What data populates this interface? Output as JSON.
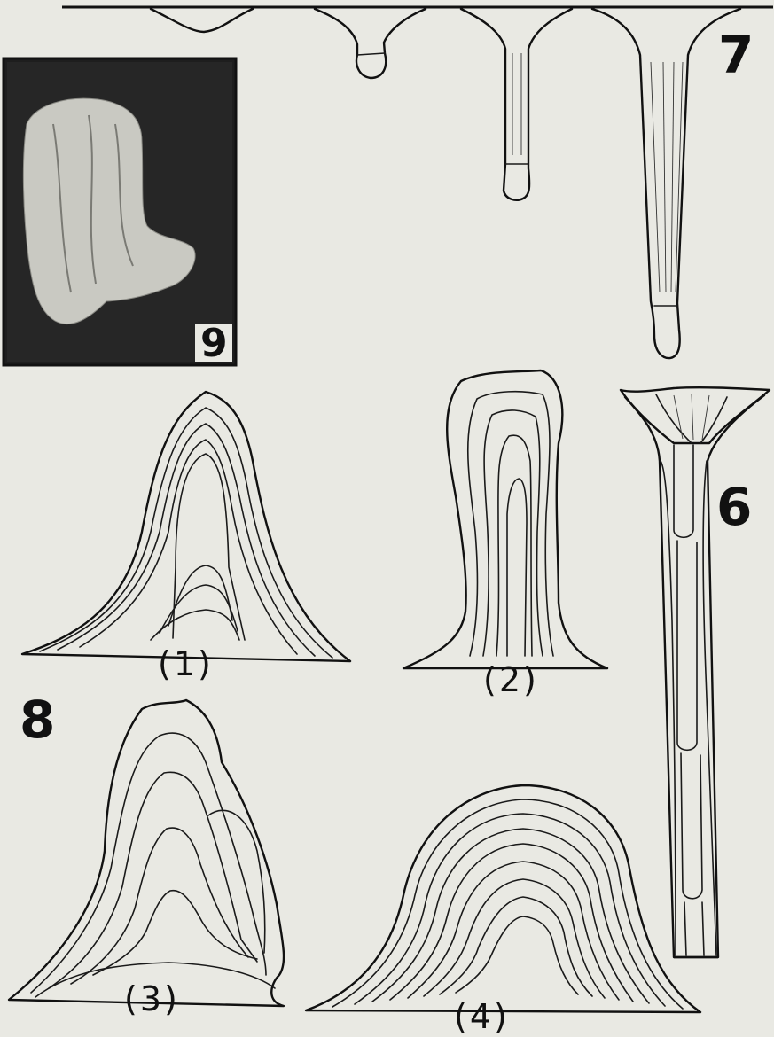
{
  "figure_labels": {
    "fig6": "6",
    "fig7": "7",
    "fig8": "8",
    "fig9": "9"
  },
  "sub_labels": {
    "s1": "(1)",
    "s2": "(2)",
    "s3": "(3)",
    "s4": "(4)"
  }
}
